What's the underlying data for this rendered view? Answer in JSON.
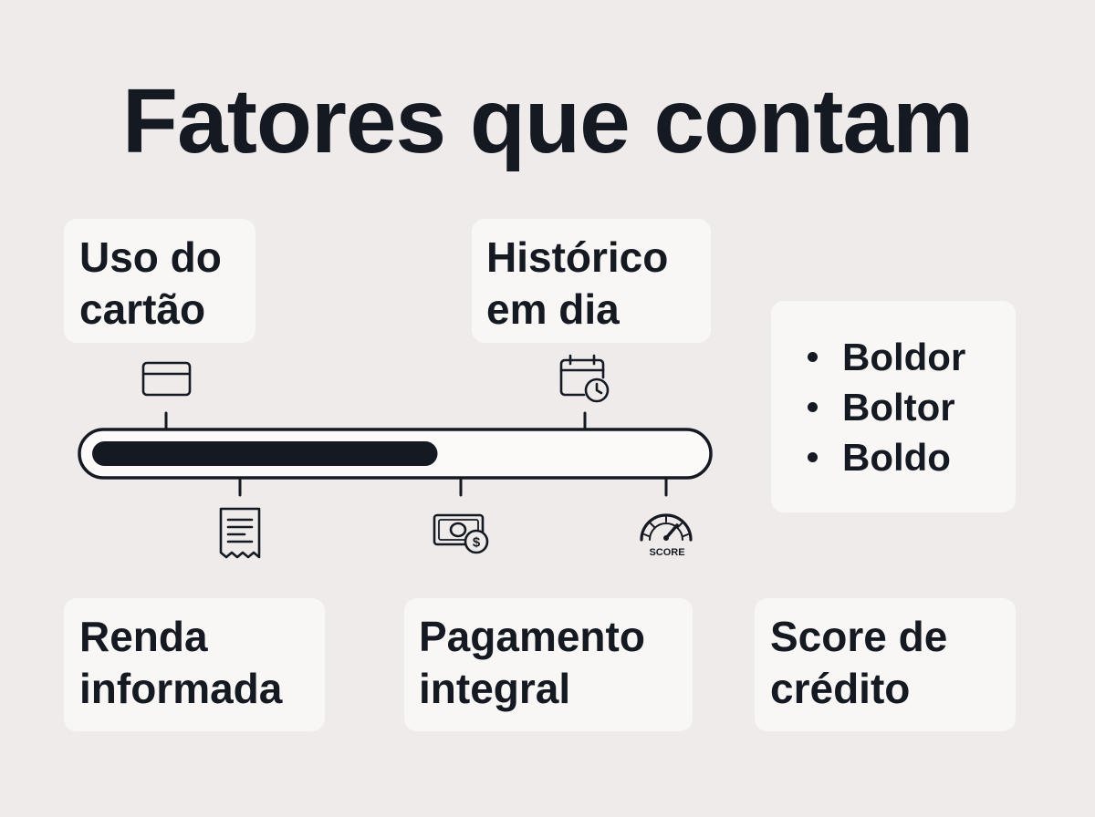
{
  "title": "Fatores que contam",
  "cards": {
    "uso": "Uso do\ncartão",
    "historico": "Histórico\nem dia",
    "renda": "Renda\ninformada",
    "pagamento": "Pagamento\nintegral",
    "score": "Score de\ncrédito"
  },
  "bullets": [
    "Boldor",
    "Boltor",
    "Boldo"
  ],
  "icons": {
    "uso": "credit-card-icon",
    "historico": "calendar-clock-icon",
    "renda": "receipt-icon",
    "pagamento": "cash-payment-icon",
    "score": "score-gauge-icon"
  },
  "gauge_label": "SCORE",
  "progress": {
    "fill_fraction": 0.57
  },
  "colors": {
    "ink": "#151a22",
    "background": "#efebea",
    "card": "#f8f7f5"
  }
}
